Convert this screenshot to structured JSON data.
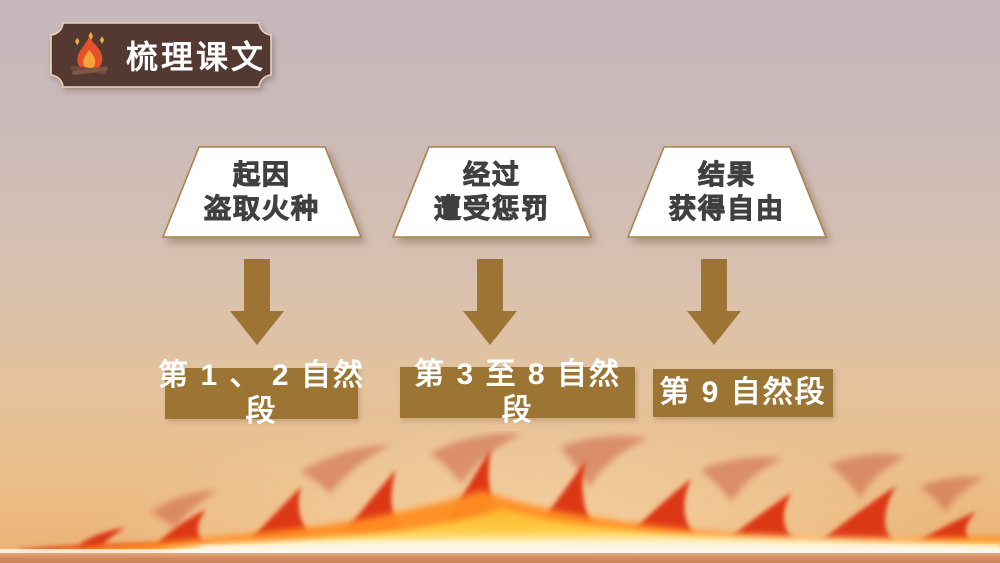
{
  "slide": {
    "title": "梳理课文"
  },
  "flow": {
    "steps": [
      {
        "stage": [
          "起因",
          "盗取火种"
        ],
        "paragraphs": [
          "第 1 、 2 自然",
          "段"
        ]
      },
      {
        "stage": [
          "经过",
          "遭受惩罚"
        ],
        "paragraphs": [
          "第 3 至 8 自然",
          "段"
        ]
      },
      {
        "stage": [
          "结果",
          "获得自由"
        ],
        "paragraphs": [
          "第 9 自然段",
          ""
        ]
      }
    ]
  },
  "icons": {
    "title_icon": "campfire-icon",
    "connector_icon": "down-arrow-icon"
  },
  "colors": {
    "badge_bg": "#533931",
    "badge_border": "#e9d7b8",
    "badge_text": "#ffffff",
    "trapezoid_fill": "#ffffff",
    "trapezoid_border": "#a8834f",
    "stage_text": "#4a4a4a",
    "arrow": "#9d7433",
    "range_box_bg": "#9c7434",
    "range_text": "#ffffff",
    "flame_red": "#dd3918",
    "flame_orange": "#ff8e24",
    "flame_yellow": "#ffd33e",
    "ground_strip": "#d18a5e",
    "background_top": "#c7b7bc",
    "background_bottom": "#e9b074"
  }
}
